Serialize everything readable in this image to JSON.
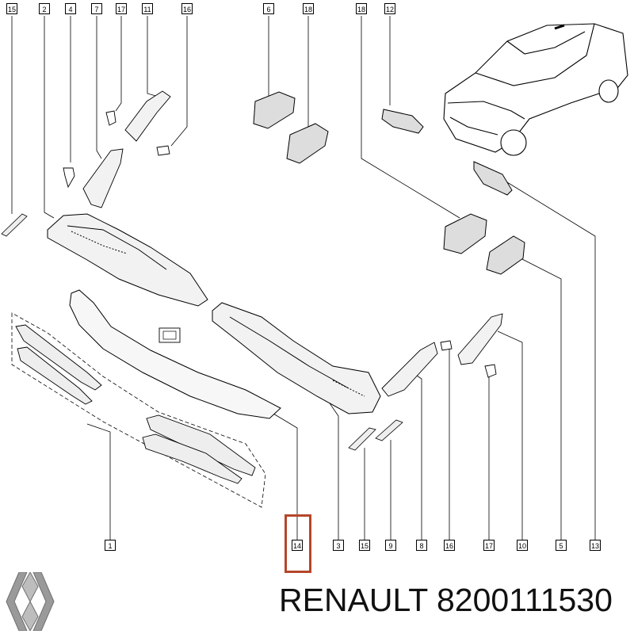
{
  "callouts": {
    "c_15_top": "15",
    "c_2": "2",
    "c_4": "4",
    "c_7": "7",
    "c_17_top": "17",
    "c_11": "11",
    "c_16_top": "16",
    "c_6": "6",
    "c_18_a": "18",
    "c_18_b": "18",
    "c_12": "12",
    "c_1": "1",
    "c_14": "14",
    "c_3": "3",
    "c_15_bottom": "15",
    "c_9": "9",
    "c_8": "8",
    "c_16_bottom": "16",
    "c_17_bottom": "17",
    "c_10": "10",
    "c_5": "5",
    "c_13": "13"
  },
  "highlighted_part": "14",
  "caption": "RENAULT 8200111530",
  "logo": {
    "name": "renault-logo",
    "color": "#9a9a9a"
  },
  "colors": {
    "highlight": "#b5462a",
    "line": "#000000",
    "part_fill": "#f2f2f2"
  }
}
